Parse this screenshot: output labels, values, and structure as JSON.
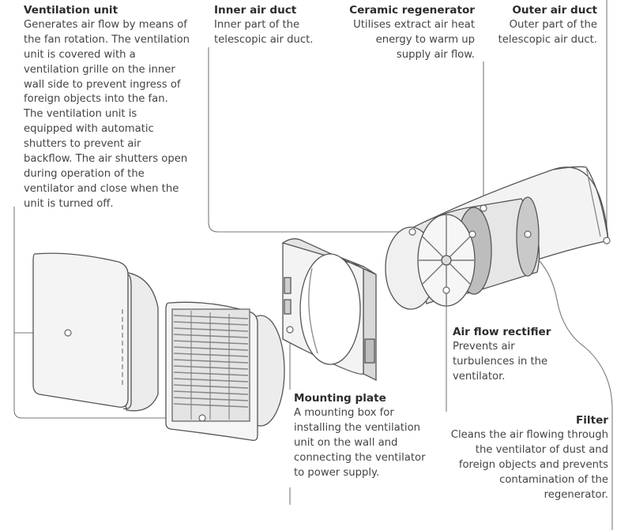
{
  "callouts": {
    "ventilation_unit": {
      "title": "Ventilation unit",
      "body": "Generates air flow by means of\nthe fan rotation. The ventilation\nunit is covered with a\nventilation grille on the inner\nwall side to prevent ingress of\nforeign objects into the fan.\nThe ventilation unit is\nequipped with automatic\nshutters to prevent air\nbackflow. The air shutters open\nduring operation of the\nventilator and close when the\nunit is turned off."
    },
    "inner_air_duct": {
      "title": "Inner air duct",
      "body": "Inner part of the\ntelescopic air duct."
    },
    "ceramic_regenerator": {
      "title": "Ceramic regenerator",
      "body": "Utilises extract air heat\nenergy to warm up\nsupply air flow."
    },
    "outer_air_duct": {
      "title": "Outer air duct",
      "body": "Outer part of the\ntelescopic air duct."
    },
    "air_flow_rectifier": {
      "title": "Air flow rectifier",
      "body": "Prevents air\nturbulences in the\nventilator."
    },
    "mounting_plate": {
      "title": "Mounting plate",
      "body": "A mounting box for\ninstalling the ventilation\nunit on the wall and\nconnecting the ventilator\nto power supply."
    },
    "filter": {
      "title": "Filter",
      "body": "Cleans the air flowing through\nthe ventilator of dust and\nforeign objects and prevents\ncontamination of the\nregenerator."
    }
  },
  "colors": {
    "leader_line": "#7a7a7a",
    "outline": "#555555",
    "fill_light": "#f2f2f2",
    "fill_mid": "#d9d9d9",
    "fill_dark": "#9a9a9a"
  }
}
